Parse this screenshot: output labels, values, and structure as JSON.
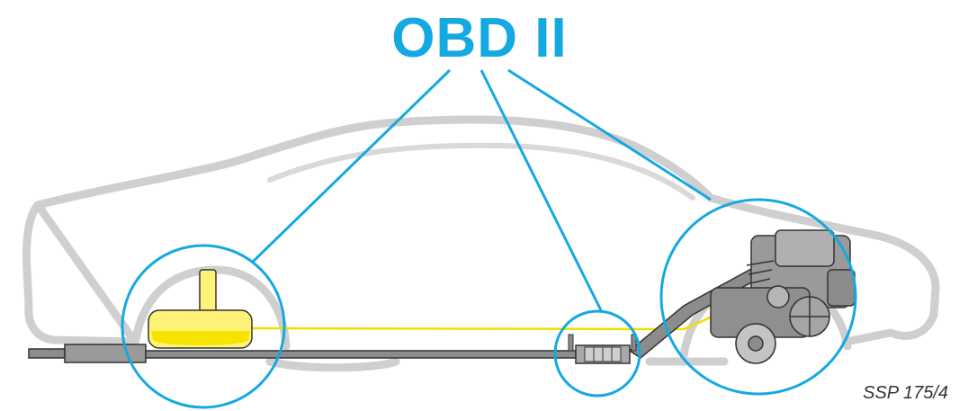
{
  "title": "OBD II",
  "caption": "SSP 175/4",
  "colors": {
    "accent": "#15a9e1",
    "car_outline": "#cfcfcf",
    "fuel_tank": "#fff277",
    "fuel_line": "#f2df00",
    "exhaust": "#8c8c8c",
    "engine": "#9a9a9a"
  },
  "callouts": [
    "fuel-system-callout",
    "catalytic-converter-callout",
    "engine-callout"
  ]
}
